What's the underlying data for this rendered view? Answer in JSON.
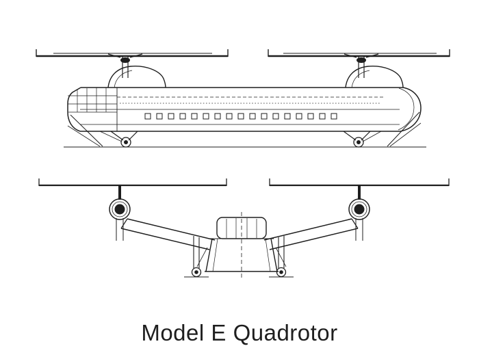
{
  "caption": {
    "text": "Model E Quadrotor"
  },
  "colors": {
    "ink": "#1e1e1e",
    "background": "#ffffff"
  },
  "figure": {
    "subject": "Model E Quadrotor",
    "description": "Black-and-white technical line drawing of a tandem twin-rotor quadrotor aircraft: side elevation view on top, front elevation view below",
    "views": [
      "side elevation",
      "front elevation"
    ]
  }
}
